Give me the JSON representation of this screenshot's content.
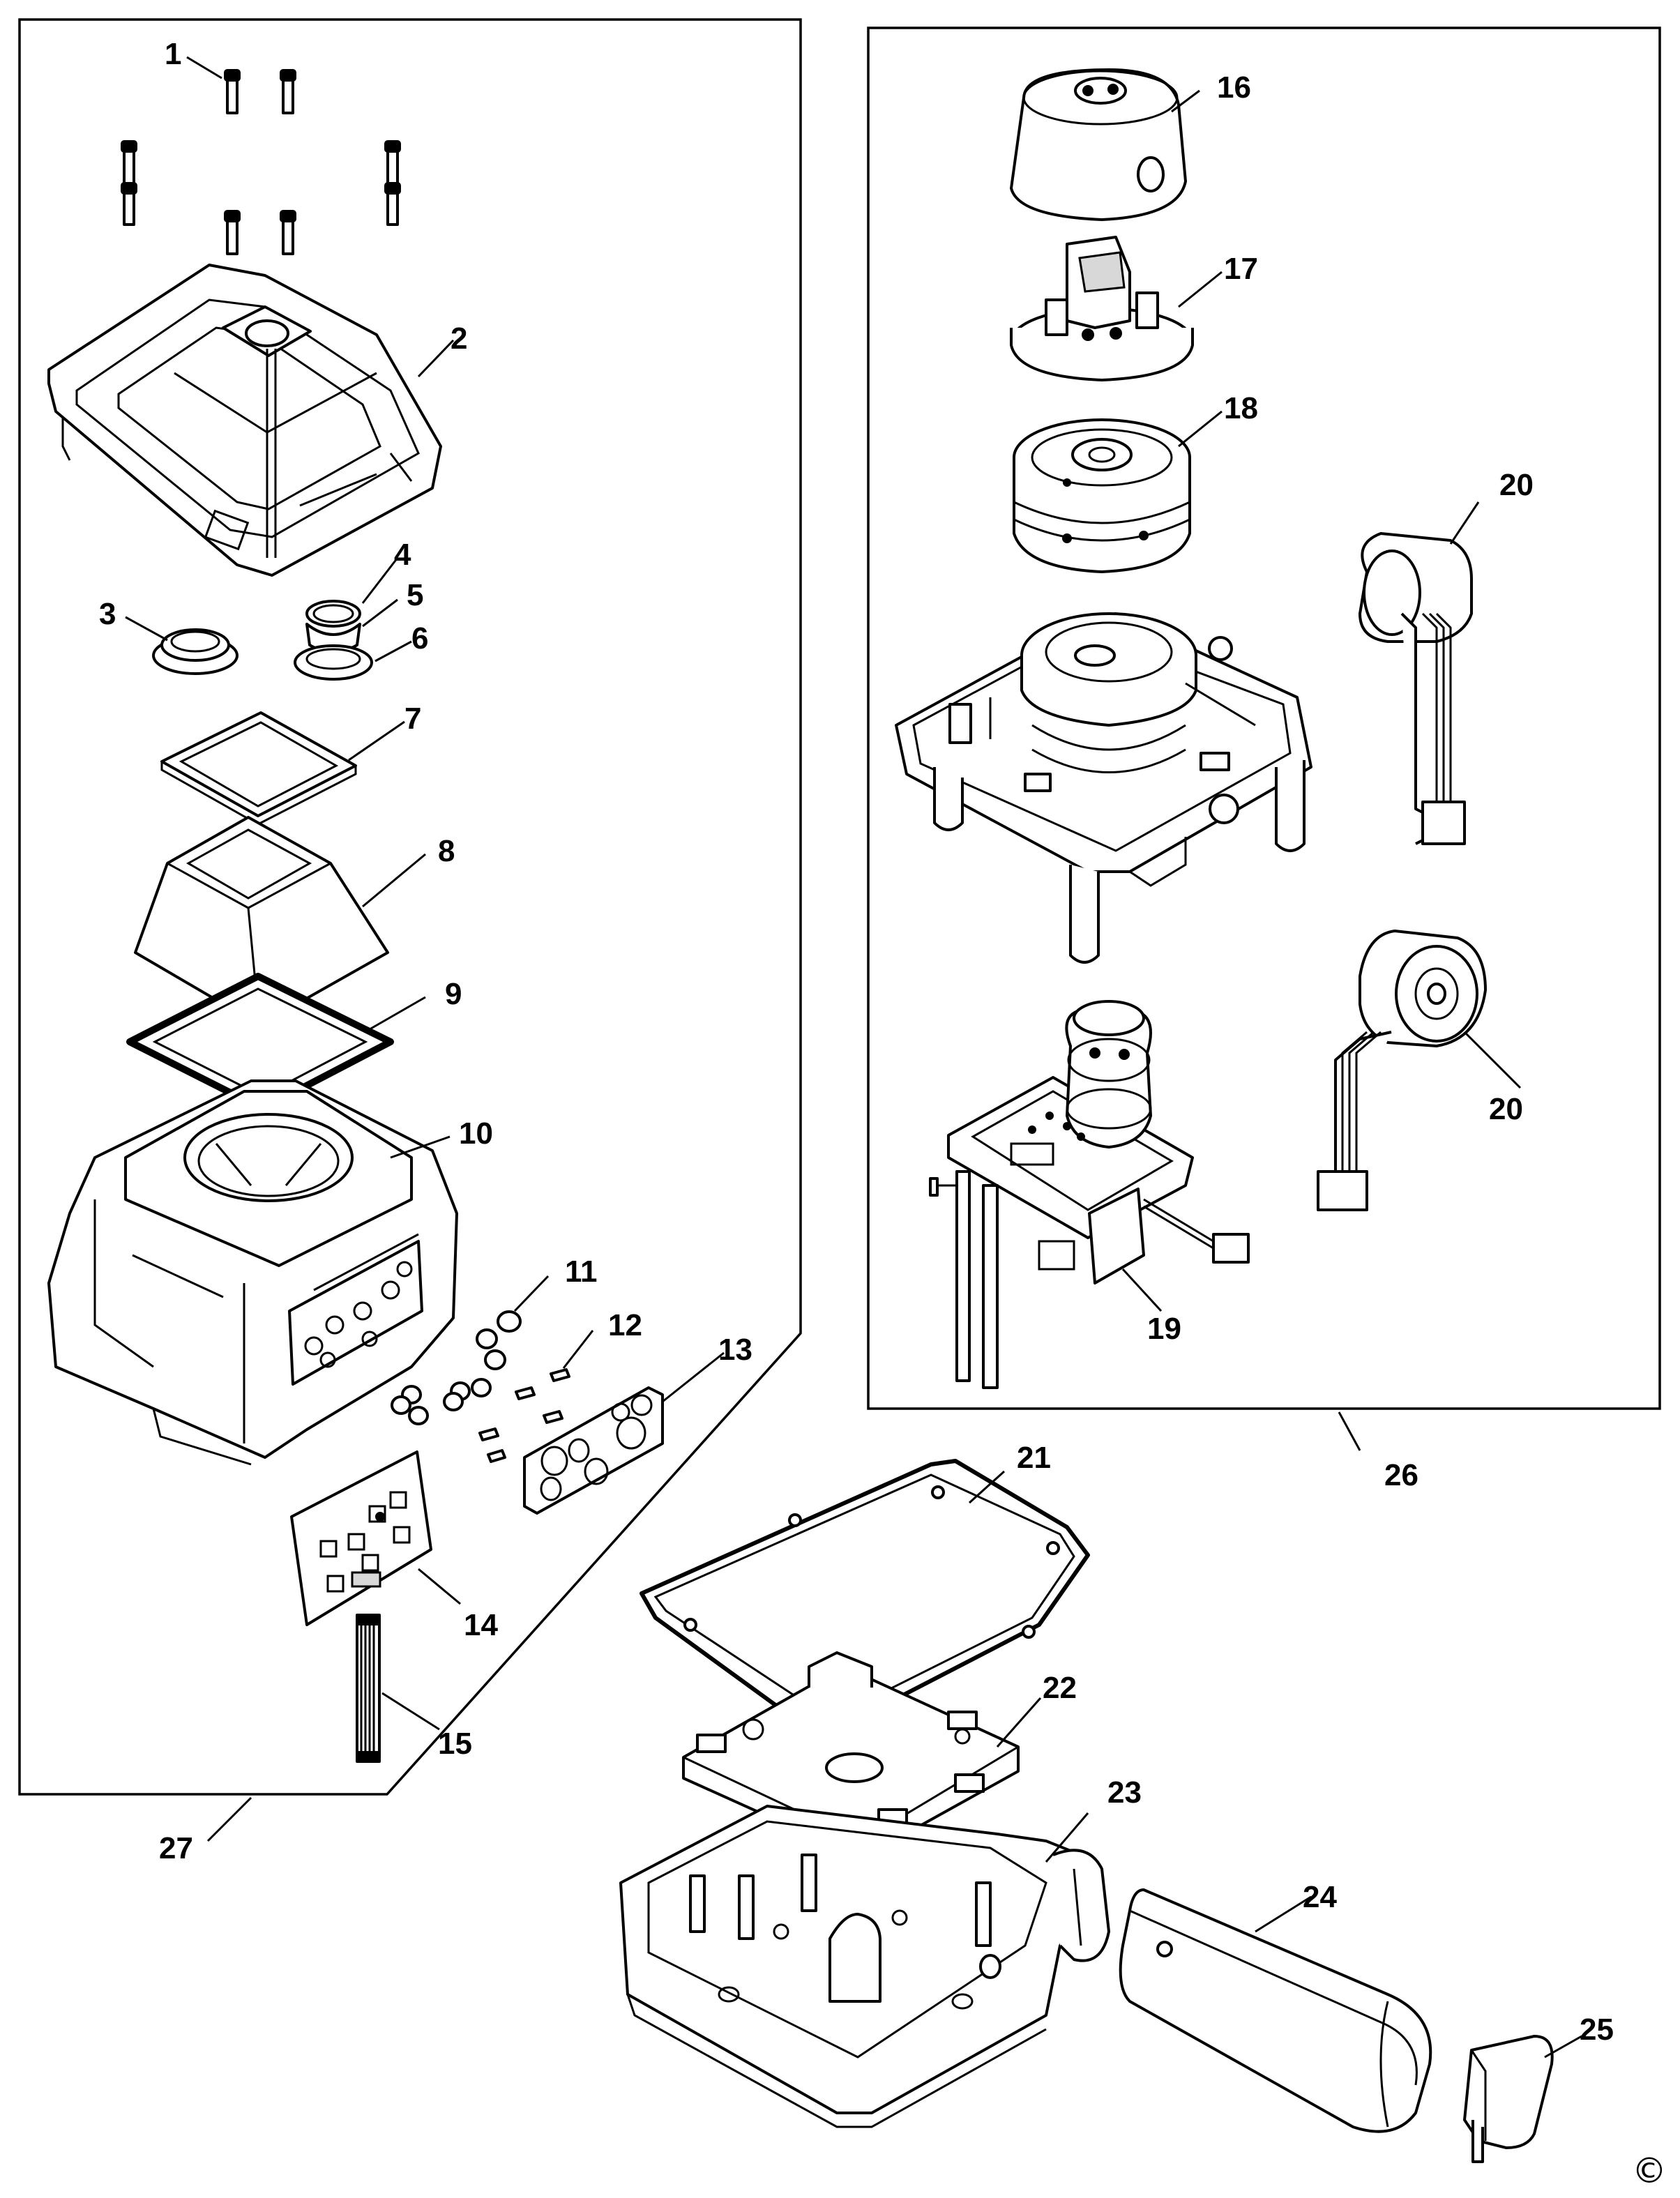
{
  "labels": {
    "p1": "1",
    "p2": "2",
    "p3": "3",
    "p4": "4",
    "p5": "5",
    "p6": "6",
    "p7": "7",
    "p8": "8",
    "p9": "9",
    "p10": "10",
    "p11": "11",
    "p12": "12",
    "p13": "13",
    "p14": "14",
    "p15": "15",
    "p16": "16",
    "p17": "17",
    "p18": "18",
    "p19": "19",
    "p20a": "20",
    "p20b": "20",
    "p21": "21",
    "p22": "22",
    "p23": "23",
    "p24": "24",
    "p25": "25",
    "p26": "26",
    "p27": "27"
  },
  "copyright": "©"
}
